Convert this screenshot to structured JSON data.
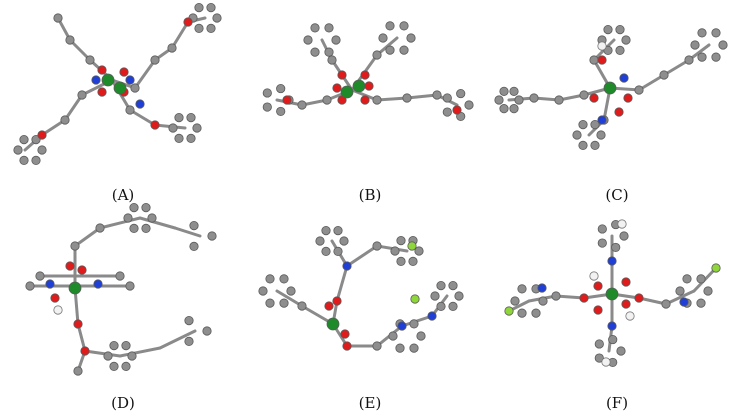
{
  "colors": {
    "carbon": "#8e8e8e",
    "carbon_dark": "#5a5a5a",
    "oxygen": "#e01b1b",
    "nitrogen": "#1f3fd6",
    "metal": "#1e8a2a",
    "halogen": "#8fd63a",
    "hydrogen": "#f2f2f2",
    "bond": "#8a8a8a"
  },
  "panels": [
    {
      "id": "A",
      "label": "(A)"
    },
    {
      "id": "B",
      "label": "(B)"
    },
    {
      "id": "C",
      "label": "(C)"
    },
    {
      "id": "D",
      "label": "(D)"
    },
    {
      "id": "E",
      "label": "(E)"
    },
    {
      "id": "F",
      "label": "(F)"
    }
  ]
}
